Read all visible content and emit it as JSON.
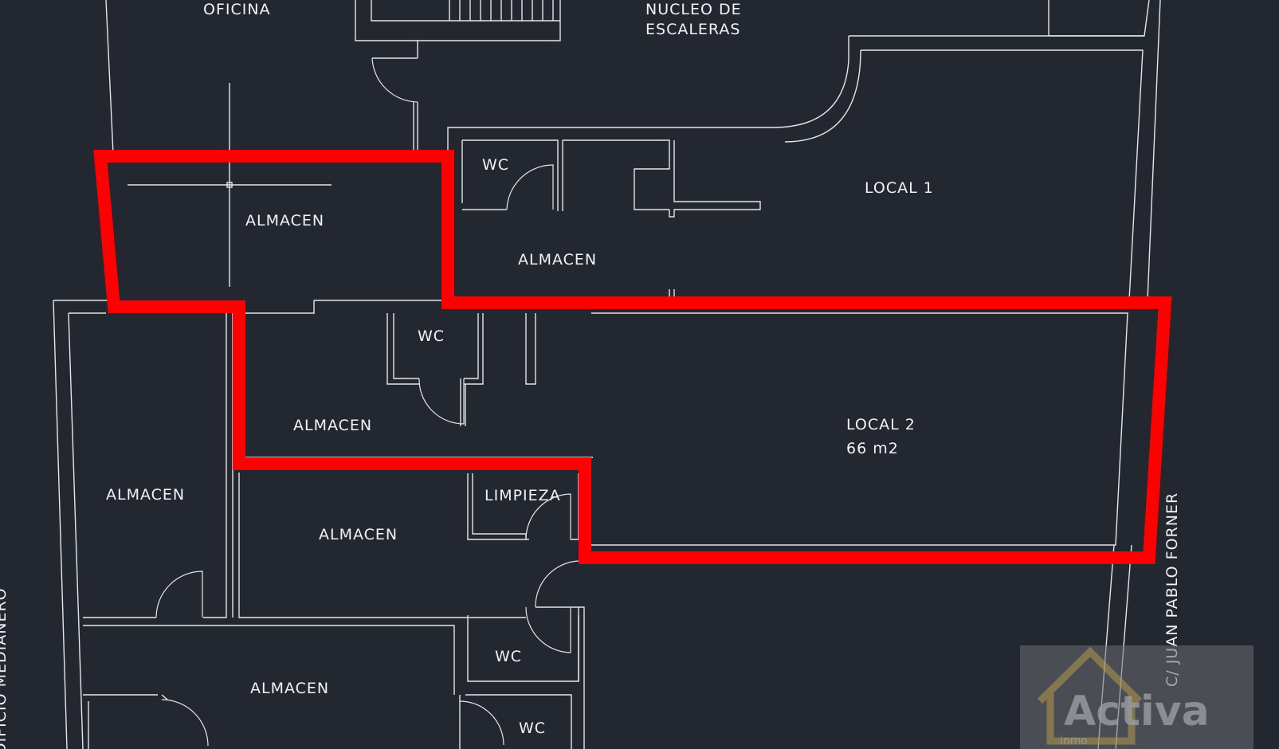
{
  "plan": {
    "highlight_color": "#ff0000",
    "background": "#222730",
    "rooms": {
      "oficina": "OFICINA",
      "nucleo_line1": "NUCLEO DE",
      "nucleo_line2": "ESCALERAS",
      "local1": "LOCAL 1",
      "local2_name": "LOCAL 2",
      "local2_area": "66 m2",
      "almacen": "ALMACEN",
      "wc": "WC",
      "limpieza": "LIMPIEZA"
    },
    "street": "C/ JUAN PABLO FORNER",
    "party_wall": "EDIFICIO MEDIANERO"
  },
  "watermark": {
    "text": "Activa",
    "sub": "inmo"
  }
}
